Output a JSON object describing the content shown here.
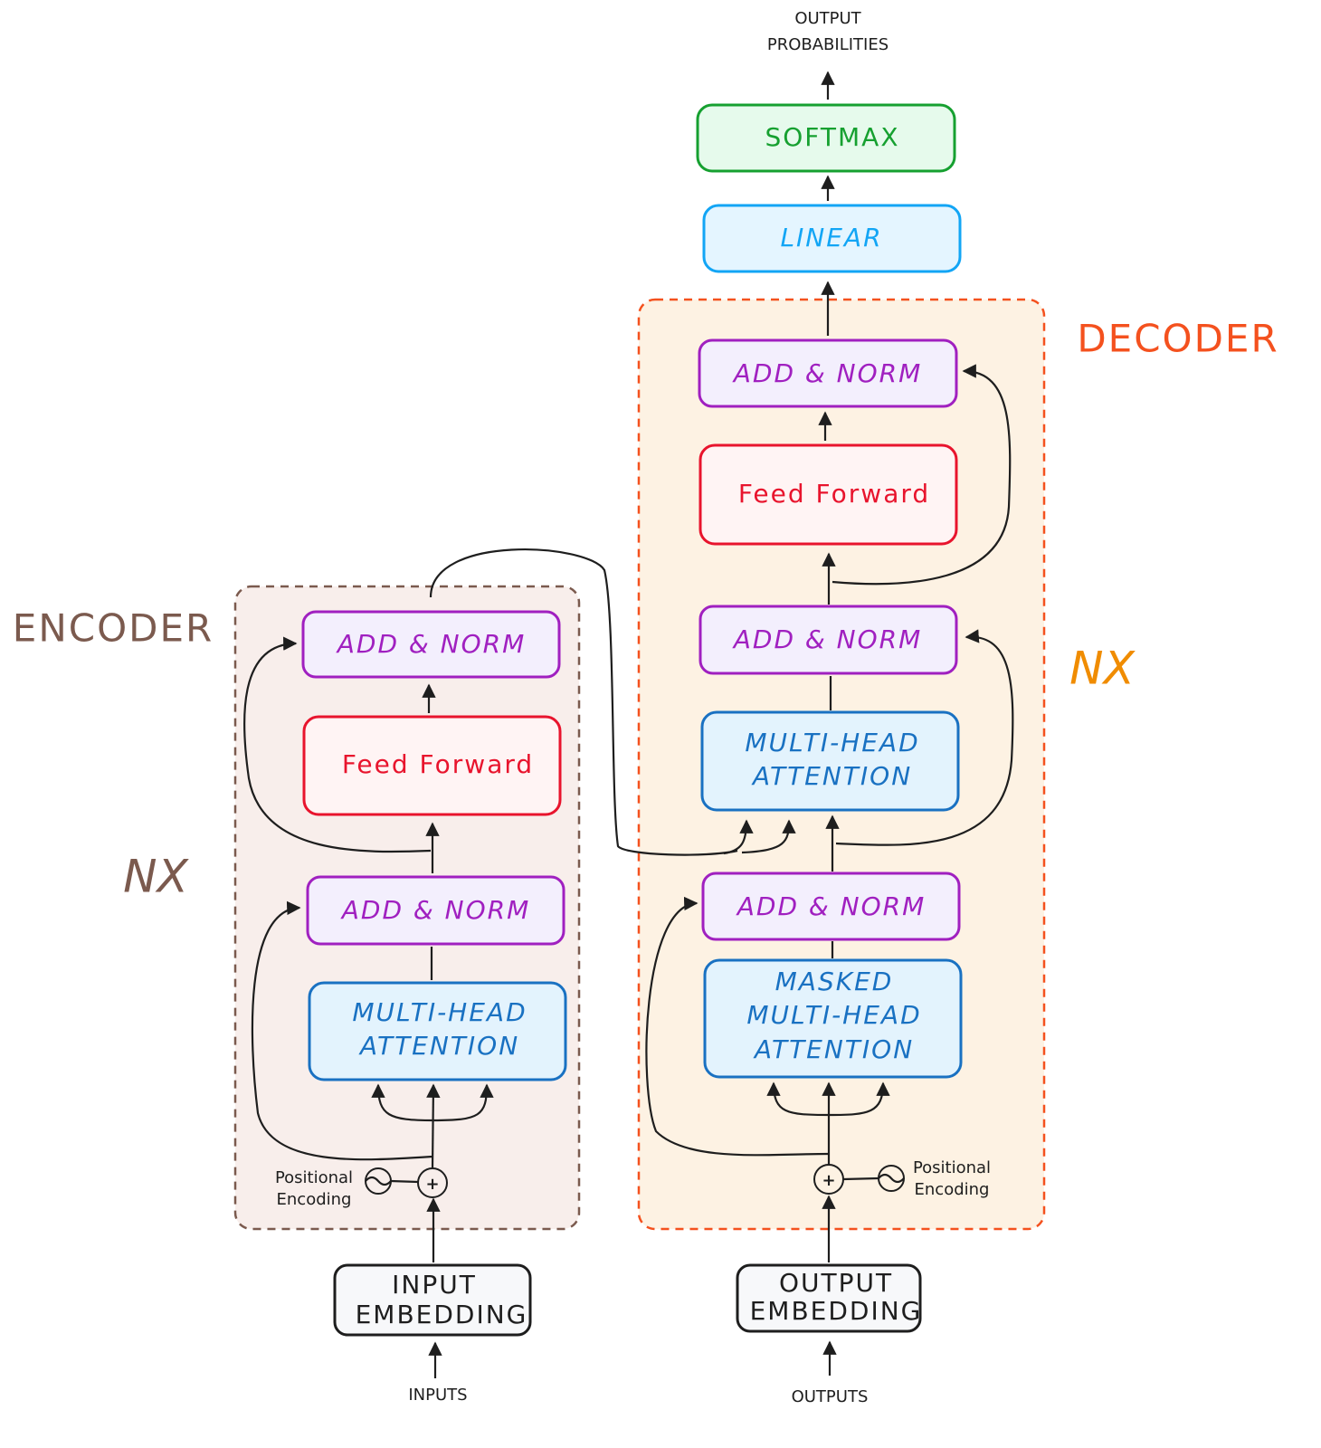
{
  "title": {
    "output_probabilities_1": "OUTPUT",
    "output_probabilities_2": "PROBABILITIES"
  },
  "labels": {
    "encoder": "ENCODER",
    "decoder": "DECODER",
    "encoder_nx": "NX",
    "decoder_nx": "NX"
  },
  "blocks": {
    "softmax": "SOFTMAX",
    "linear": "LINEAR",
    "add_norm": "ADD & NORM",
    "feed_forward": "Feed Forward",
    "mha_1": "MULTI-HEAD",
    "mha_2": "ATTENTION",
    "masked": "MASKED",
    "input_embedding_1": "INPUT",
    "input_embedding_2": "EMBEDDING",
    "output_embedding_1": "OUTPUT",
    "output_embedding_2": "EMBEDDING",
    "positional_1": "Positional",
    "positional_2": "Encoding",
    "plus": "+"
  },
  "io": {
    "inputs": "INPUTS",
    "outputs": "OUTPUTS"
  },
  "colors": {
    "encoder": "#7b5a4e",
    "encoder_bg": "#f8eeeb",
    "decoder": "#f4511e",
    "decoder_bg": "#fdf2e3",
    "nx_decoder": "#f08c00",
    "add_norm": "#a020c0",
    "add_norm_bg": "#f3effd",
    "feed_forward": "#e8142d",
    "feed_forward_bg": "#fff4f4",
    "attention": "#1971c2",
    "attention_bg": "#e3f3fd",
    "linear": "#12a5f5",
    "linear_bg": "#e4f5ff",
    "softmax": "#16a030",
    "softmax_bg": "#e6faec",
    "embedding": "#1e1e1e",
    "embedding_bg": "#f7f8fa"
  }
}
